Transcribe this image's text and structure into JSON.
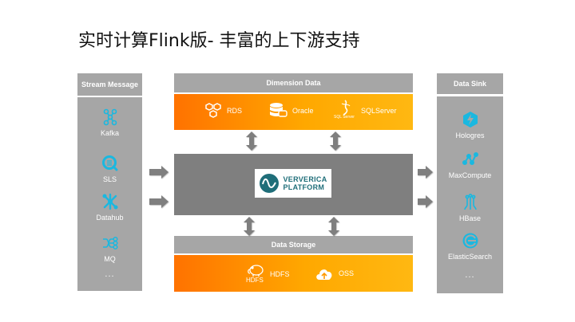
{
  "title": "实时计算Flink版- 丰富的上下游支持",
  "colors": {
    "panel_gray": "#a6a6a6",
    "core_gray": "#7f7f7f",
    "arrow_gray": "#7f7f7f",
    "orange_start": "#ff7200",
    "orange_end": "#ffb812",
    "icon_cyan": "#1ab8e0",
    "logo_teal": "#1f6e79"
  },
  "sources": {
    "header": "Stream Message",
    "items": [
      {
        "label": "Kafka",
        "icon": "kafka-icon"
      },
      {
        "label": "SLS",
        "icon": "sls-icon"
      },
      {
        "label": "Datahub",
        "icon": "datahub-icon"
      },
      {
        "label": "MQ",
        "icon": "mq-icon"
      }
    ],
    "more": "..."
  },
  "dimension": {
    "header": "Dimension Data",
    "items": [
      {
        "label": "RDS",
        "icon": "rds-icon"
      },
      {
        "label": "Oracle",
        "icon": "oracle-icon"
      },
      {
        "label": "SQLServer",
        "icon": "sqlserver-icon",
        "icon_caption": "SQL Server"
      }
    ]
  },
  "core": {
    "logo_line1": "VERVERICA",
    "logo_line2": "PLATFORM"
  },
  "storage": {
    "header": "Data Storage",
    "items": [
      {
        "label": "HDFS",
        "icon": "hdfs-icon",
        "icon_caption": "HDFS"
      },
      {
        "label": "OSS",
        "icon": "oss-icon"
      }
    ]
  },
  "sinks": {
    "header": "Data Sink",
    "items": [
      {
        "label": "Hologres",
        "icon": "hologres-icon"
      },
      {
        "label": "MaxCompute",
        "icon": "maxcompute-icon"
      },
      {
        "label": "HBase",
        "icon": "hbase-icon"
      },
      {
        "label": "ElasticSearch",
        "icon": "elasticsearch-icon"
      }
    ],
    "more": "..."
  }
}
